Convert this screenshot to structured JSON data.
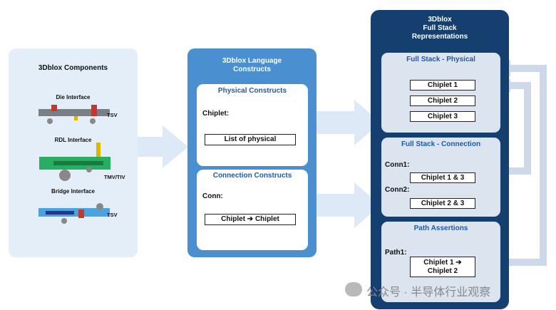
{
  "components": {
    "title": "3Dblox Components",
    "die_interface": "Die Interface",
    "rdl_interface": "RDL Interface",
    "bridge_interface": "Bridge Interface",
    "tsv": "TSV",
    "tmv_tiv": "TMV/TIV"
  },
  "language": {
    "title_line1": "3Dblox Language",
    "title_line2": "Constructs",
    "physical": {
      "title": "Physical Constructs",
      "label": "Chiplet:",
      "box": "List of physical"
    },
    "connection": {
      "title": "Connection Constructs",
      "label": "Conn:",
      "box": "Chiplet ➔ Chiplet"
    }
  },
  "fullstack": {
    "title_line1": "3Dblox",
    "title_line2": "Full Stack",
    "title_line3": "Representations",
    "physical": {
      "title": "Full Stack - Physical",
      "items": [
        "Chiplet 1",
        "Chiplet 2",
        "Chiplet 3"
      ]
    },
    "connection": {
      "title": "Full Stack - Connection",
      "conn1_label": "Conn1:",
      "conn1_box": "Chiplet 1 & 3",
      "conn2_label": "Conn2:",
      "conn2_box": "Chiplet 2 & 3"
    },
    "assertions": {
      "title": "Path Assertions",
      "label": "Path1:",
      "box_line1": "Chiplet 1 ➔",
      "box_line2": "Chiplet 2"
    }
  },
  "watermark": "公众号 · 半导体行业观察",
  "colors": {
    "left_panel": "#e4eef8",
    "mid_panel": "#4a8fd0",
    "right_panel": "#143f6e",
    "arrow": "#e2edf7",
    "title_blue": "#1f5aa6"
  }
}
